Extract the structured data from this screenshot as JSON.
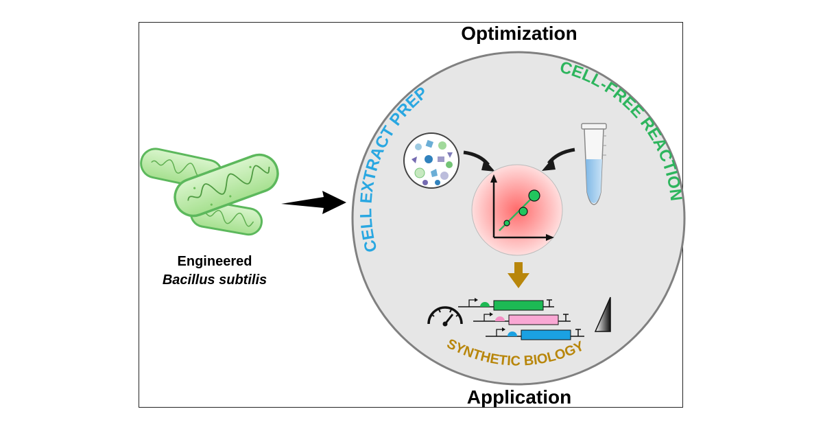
{
  "diagram": {
    "top_title": "Optimization",
    "bottom_title": "Application",
    "organism": {
      "line1": "Engineered",
      "line2": "Bacillus subtilis"
    },
    "arc_left": "CELL EXTRACT PREP",
    "arc_right": "CELL-FREE REACTION",
    "arc_bottom": "SYNTHETIC BIOLOGY"
  },
  "colors": {
    "extract_blue": "#29a7e1",
    "reaction_green": "#2db55d",
    "synbio_gold": "#b8860b",
    "gene_green": "#1db954",
    "gene_pink": "#f58fc5",
    "gene_blue": "#1ba1e2"
  },
  "icons": [
    "bacteria-icon",
    "arrow-right-icon",
    "extract-droplet-icon",
    "microtube-icon",
    "optimization-plot-icon",
    "down-arrow-icon",
    "speedometer-icon",
    "gradient-triangle-icon",
    "gene-circuit-icon"
  ]
}
